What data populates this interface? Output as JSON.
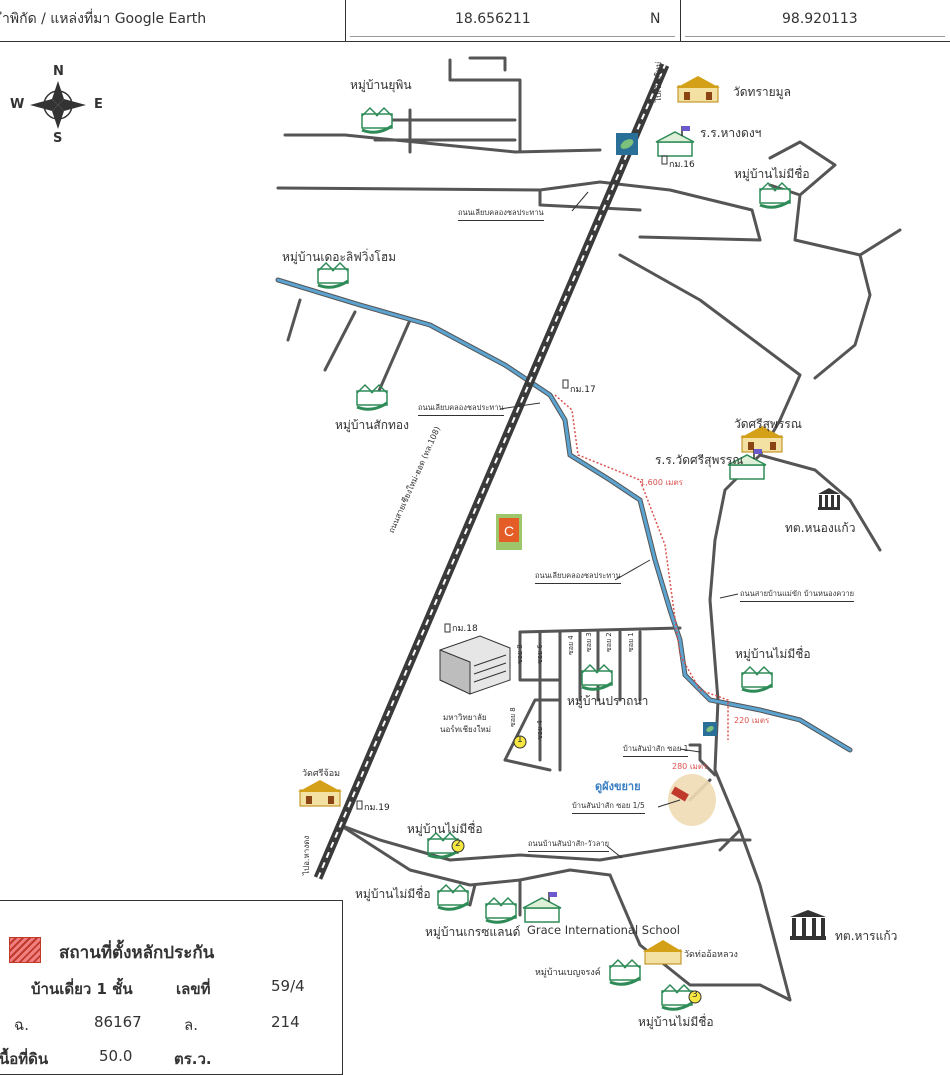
{
  "header": {
    "source_label": "ำพิกัด / แหล่งที่มา Google Earth",
    "latitude": "18.656211",
    "direction": "N",
    "longitude": "98.920113"
  },
  "compass": {
    "north": "N",
    "south": "S",
    "east": "E",
    "west": "W"
  },
  "places": {
    "ban_yuphin": "หมู่บ้านยุพิน",
    "wat_saimun": "วัดทรายมูล",
    "rr_hangdong": "ร.ร.หางดงฯ",
    "mb_no_name_top": "หมู่บ้านไม่มีชื่อ",
    "the_lifewing": "หมู่บ้านเดอะลิฟวิ่งโฮม",
    "ban_sakthong": "หมู่บ้านสักทอง",
    "wat_srisuphan": "วัดศรีสุพรรณ",
    "rr_srisuphan": "ร.ร.วัดศรีสุพรรณ",
    "td_nongkaeo": "ทต.หนองแก้ว",
    "mb_no_name_mid": "หมู่บ้านไม่มีชื่อ",
    "ban_prathana": "หมู่บ้านปราถนา",
    "mahawitthayalai_1": "มหาวิทยาลัย",
    "mahawitthayalai_2": "นอร์ทเชียงใหม่",
    "wat_srichom": "วัดศรีจ้อม",
    "mb_no_name_2": "หมู่บ้านไม่มีชื่อ",
    "mb_no_name_left": "หมู่บ้านไม่มีชื่อ",
    "ban_gardenland": "หมู่บ้านเกรซแลนด์",
    "grace_school": "Grace International School",
    "wat_thongluang": "วัดท่ออ้อหลวง",
    "td_hankaeo": "ทต.หารแก้ว",
    "ban_benjarong": "หมู่บ้านเบญจรงค์",
    "mb_no_name_3": "หมู่บ้านไม่มีชื่อ",
    "target": "ดูผังขยาย"
  },
  "roads": {
    "canal_road_top": "ถนนเลียบคลองชลประทาน",
    "canal_road_mid": "ถนนเลียบคลองชลประทาน",
    "canal_road_low": "ถนนเลียบคลองชลประทาน",
    "highway": "ถนนสายเชียงใหม่-ฮอด (ทล.108)",
    "to_chiangmai": "ไปเชียงใหม่",
    "to_hangdong": "ไปอ.หางดง",
    "nongkhong_road": "ถนนสายบ้านแม่ขัก บ้านหนองควาย",
    "sansapak_rw": "ถนนบ้านสันป่าสัก-วัวลาย",
    "soi_1": "บ้านสันป่าสัก ซอย 1",
    "soi_1_5": "บ้านสันป่าสัก ซอย 1/5",
    "soi_a": "ซอย 8",
    "soi_b": "ซอย 6",
    "soi_c": "ซอย 4",
    "soi_d": "ซอย 3",
    "soi_e": "ซอย 2",
    "soi_f": "ซอย 1",
    "soi_g": "ซอย 8",
    "soi_h": "ซอย 4"
  },
  "distances": {
    "d1": "1,600 เมตร",
    "d2": "220 เมตร",
    "d3": "280 เมตร"
  },
  "km_markers": {
    "km16": "กม.16",
    "km17": "กม.17",
    "km18": "กม.18",
    "km19": "กม.19"
  },
  "badges": {
    "b1": "1",
    "b2": "2",
    "b3": "3"
  },
  "legend": {
    "title": "สถานที่ตั้งหลักประกัน",
    "building_type": "บ้านเดี่ยว 1 ชั้น",
    "number_label": "เลขที่",
    "number_value": "59/4",
    "deed_label": "ฉ.",
    "deed_value": "86167",
    "land_label": "ล.",
    "land_value": "214",
    "area_label": "นื้อที่ดิน",
    "area_value": "50.0",
    "area_unit": "ตร.ว."
  },
  "colors": {
    "road": "#555555",
    "highway": "#3a3a3a",
    "canal": "#5ba3d0",
    "route": "#d9534f",
    "village": "#2e8b57",
    "target_halo": "#f0dcb4",
    "hatch": "#c0392b"
  }
}
